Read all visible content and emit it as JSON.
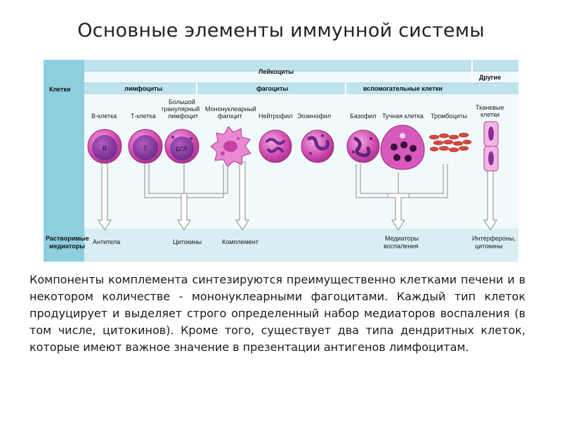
{
  "title": "Основные элементы иммунной системы",
  "diagram": {
    "row_labels": {
      "cells": "Клетки",
      "soluble_1": "Растворимые",
      "soluble_2": "медиаторы"
    },
    "headers": {
      "leukocytes": "Лейкоциты",
      "other": "Другие",
      "lymphocytes": "лимфоциты",
      "phagocytes": "фагоциты",
      "auxiliary": "вспомогательные клетки"
    },
    "cells": {
      "b_cell": "В-клетка",
      "t_cell": "Т-клетка",
      "lgl_1": "Большой",
      "lgl_2": "гранулярный",
      "lgl_3": "лимфоцит",
      "mono_1": "Мононуклеарный",
      "mono_2": "фагоцит",
      "neutrophil": "Нейтрофил",
      "eosinophil": "Эозинофил",
      "basophil": "Базофил",
      "mast_cell": "Тучная клетка",
      "platelets": "Тромбоциты",
      "tissue_1": "Тканевые",
      "tissue_2": "клетки"
    },
    "cell_marks": {
      "b": "B",
      "t": "T",
      "lgl": "БГЛ"
    },
    "mediators": {
      "antibodies": "Антитела",
      "cytokines": "Цитокины",
      "complement": "Комплемент",
      "inflam_1": "Медиаторы",
      "inflam_2": "воспаления",
      "interferon_1": "Интерфероны,",
      "interferon_2": "цитокины"
    },
    "colors": {
      "header_bar": "#bfe3ec",
      "left_column": "#8ecfdf",
      "cell_fill": "#c83fa6",
      "cell_nucleus": "#7a2f8e",
      "arrow": "#ffffff",
      "arrow_stroke": "#8a8a8a"
    }
  },
  "paragraph": "Компоненты комплемента синтезируются преимущественно клетками печени и в некотором количестве - мононуклеарными фагоцитами. Каждый тип клеток продуцирует и выделяет строго определенный набор медиаторов воспаления (в том числе, цитокинов). Кроме того, существует два типа дендритных клеток, которые имеют важное значение в презентации антигенов лимфоцитам."
}
